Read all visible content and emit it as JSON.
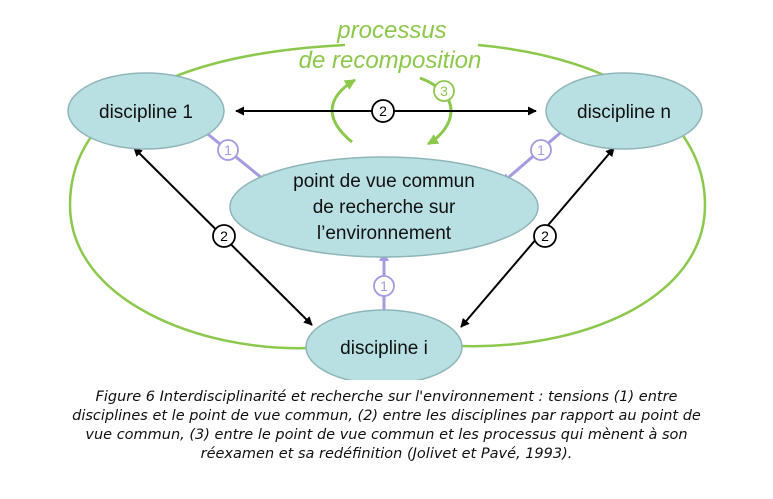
{
  "diagram": {
    "process": {
      "line1": "processus",
      "line2": "de recomposition"
    },
    "nodes": {
      "discipline_1": "discipline 1",
      "discipline_n": "discipline n",
      "discipline_i": "discipline i",
      "common": [
        "point de vue commun",
        "de recherche sur",
        "l’environnement"
      ]
    },
    "badges": {
      "one": "1",
      "two": "2",
      "three": "3"
    },
    "colors": {
      "ellipse_fill": "#b8dfe2",
      "ellipse_stroke": "#8fb5b9",
      "green": "#8cc84b",
      "purple": "#a49be0",
      "black": "#000000"
    }
  },
  "caption": [
    "Figure 6 Interdisciplinarité et recherche sur l'environnement : tensions (1) entre",
    "disciplines et le point de vue commun, (2) entre les disciplines par rapport au point de",
    "vue commun, (3) entre le point de vue commun et les processus qui mènent à son",
    "réexamen et sa redéfinition (Jolivet et Pavé, 1993)."
  ]
}
